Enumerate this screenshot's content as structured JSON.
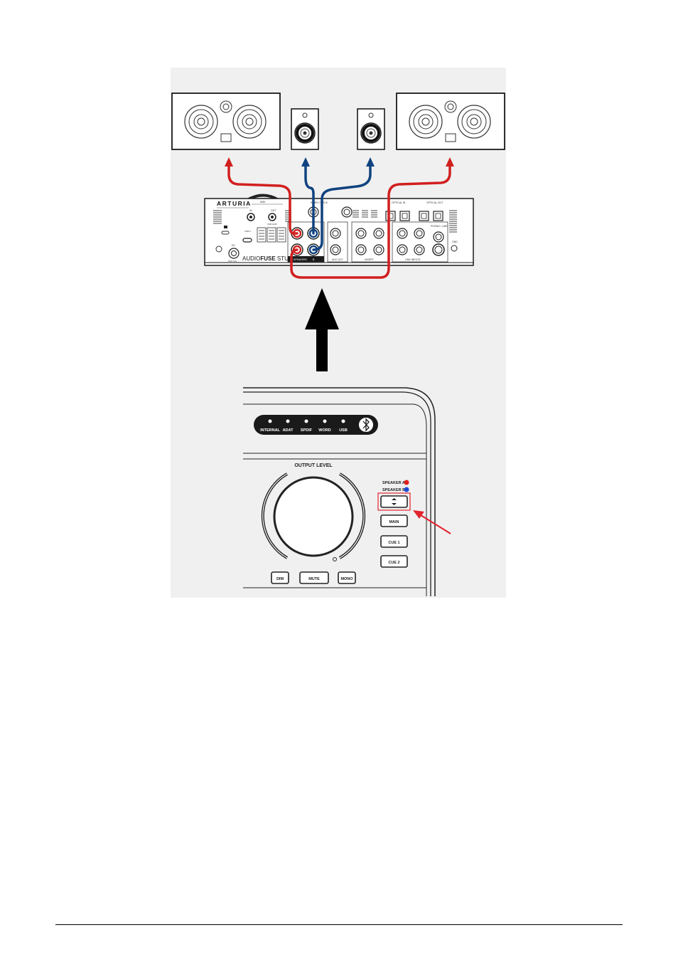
{
  "interface": {
    "brand": "ARTURIA",
    "product_light": "AUDIO",
    "product_bold": "FUSE",
    "product_rest": " STUDIO",
    "labels": {
      "midi": "MIDI",
      "midi_in": "IN",
      "midi_out": "OUT",
      "usb_c": "USB-C",
      "usb_hub": "USB HUB",
      "dc": "DC",
      "psu": "PSU 12V",
      "word_clock": "WORD CLOCK",
      "optical_in": "OPTICAL IN",
      "optical_out": "OPTICAL OUT",
      "phono_line": "PHONO / LINE",
      "speakers_a": "SPEAKERS",
      "speakers_b": "B",
      "aux_out": "AUX OUT",
      "insert": "INSERT",
      "line_inputs": "LINE INPUTS",
      "gnd": "GND"
    }
  },
  "panel": {
    "leds": [
      "INTERNAL",
      "ADAT",
      "SPDIF",
      "WORD",
      "USB"
    ],
    "output_level": "OUTPUT LEVEL",
    "speaker_a": "SPEAKER A",
    "speaker_b": "SPEAKER B",
    "buttons": {
      "main": "MAIN",
      "cue1": "CUE 1",
      "cue2": "CUE 2",
      "dim": "DIM",
      "mute": "MUTE",
      "mono": "MONO"
    }
  },
  "colors": {
    "speaker_a": "#d11f1f",
    "speaker_b": "#10427f",
    "highlight": "#e2242f",
    "ink": "#1a1a1a"
  }
}
